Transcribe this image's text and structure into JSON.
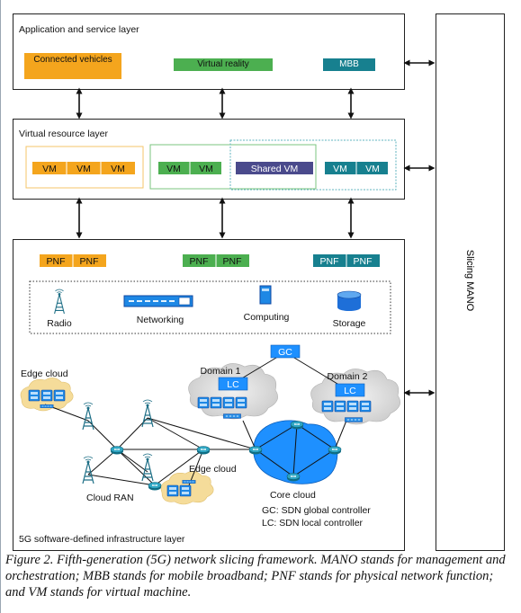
{
  "app_layer": {
    "title": "Application and service layer",
    "services": [
      "Connected vehicles",
      "Virtual reality",
      "MBB"
    ]
  },
  "virtual_layer": {
    "title": "Virtual resource layer",
    "vm": "VM",
    "shared_vm": "Shared VM"
  },
  "infra_layer": {
    "title": "5G software-defined infrastructure layer",
    "pnf": "PNF",
    "resources": [
      "Radio",
      "Networking",
      "Computing",
      "Storage"
    ],
    "edge_cloud_left": "Edge cloud",
    "edge_cloud_center": "Edge cloud",
    "cloud_ran": "Cloud RAN",
    "core_cloud": "Core cloud",
    "domain1": "Domain 1",
    "domain2": "Domain 2",
    "gc": "GC",
    "lc": "LC",
    "legend_gc": "GC: SDN global controller",
    "legend_lc": "LC: SDN local controller"
  },
  "mano": {
    "label": "Slicing MANO"
  },
  "caption": "Figure 2. Fifth-generation (5G) network slicing framework. MANO stands for management and orchestration; MBB stands for mobile broadband; PNF stands for physical network function; and VM stands for virtual machine.",
  "colors": {
    "orange": "#f4a51d",
    "green": "#4caf50",
    "teal": "#17808f",
    "shared": "#4a4a8c",
    "blue": "#1e90ff",
    "cloud": "#d9d9d9",
    "edge_cloud": "#f5dc9a"
  }
}
